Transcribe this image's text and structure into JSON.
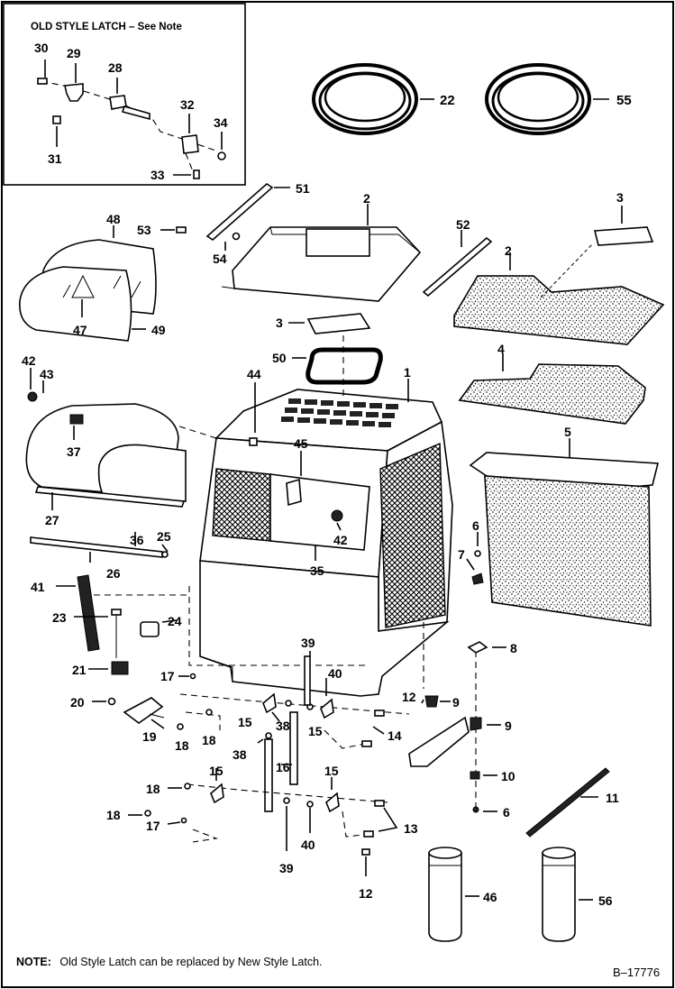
{
  "inset": {
    "title": "OLD STYLE LATCH – See Note"
  },
  "note": {
    "prefix": "NOTE:",
    "text": "Old Style Latch can be replaced by New Style Latch."
  },
  "document_id": "B–17776",
  "callouts": {
    "c30": "30",
    "c29": "29",
    "c28": "28",
    "c32": "32",
    "c34": "34",
    "c31": "31",
    "c33": "33",
    "c22": "22",
    "c55": "55",
    "c51": "51",
    "c2a": "2",
    "c3a": "3",
    "c53": "53",
    "c54": "54",
    "c48": "48",
    "c52": "52",
    "c2b": "2",
    "c47": "47",
    "c49": "49",
    "c3b": "3",
    "c50": "50",
    "c4": "4",
    "c42a": "42",
    "c43": "43",
    "c44": "44",
    "c1": "1",
    "c5": "5",
    "c37": "37",
    "c45": "45",
    "c27": "27",
    "c6a": "6",
    "c25": "25",
    "c36": "36",
    "c42b": "42",
    "c7": "7",
    "c26": "26",
    "c35": "35",
    "c41": "41",
    "c23": "23",
    "c24": "24",
    "c8": "8",
    "c39a": "39",
    "c21": "21",
    "c40a": "40",
    "c17a": "17",
    "c12a": "12",
    "c9a": "9",
    "c9b": "9",
    "c20": "20",
    "c15a": "15",
    "c38a": "38",
    "c15b": "15",
    "c14": "14",
    "c19": "19",
    "c18a": "18",
    "c18b": "18",
    "c38b": "38",
    "c16": "16",
    "c15c": "15",
    "c15d": "15",
    "c10": "10",
    "c18c": "18",
    "c11": "11",
    "c18d": "18",
    "c6b": "6",
    "c17b": "17",
    "c13": "13",
    "c40b": "40",
    "c39b": "39",
    "c12b": "12",
    "c46": "46",
    "c56": "56"
  }
}
